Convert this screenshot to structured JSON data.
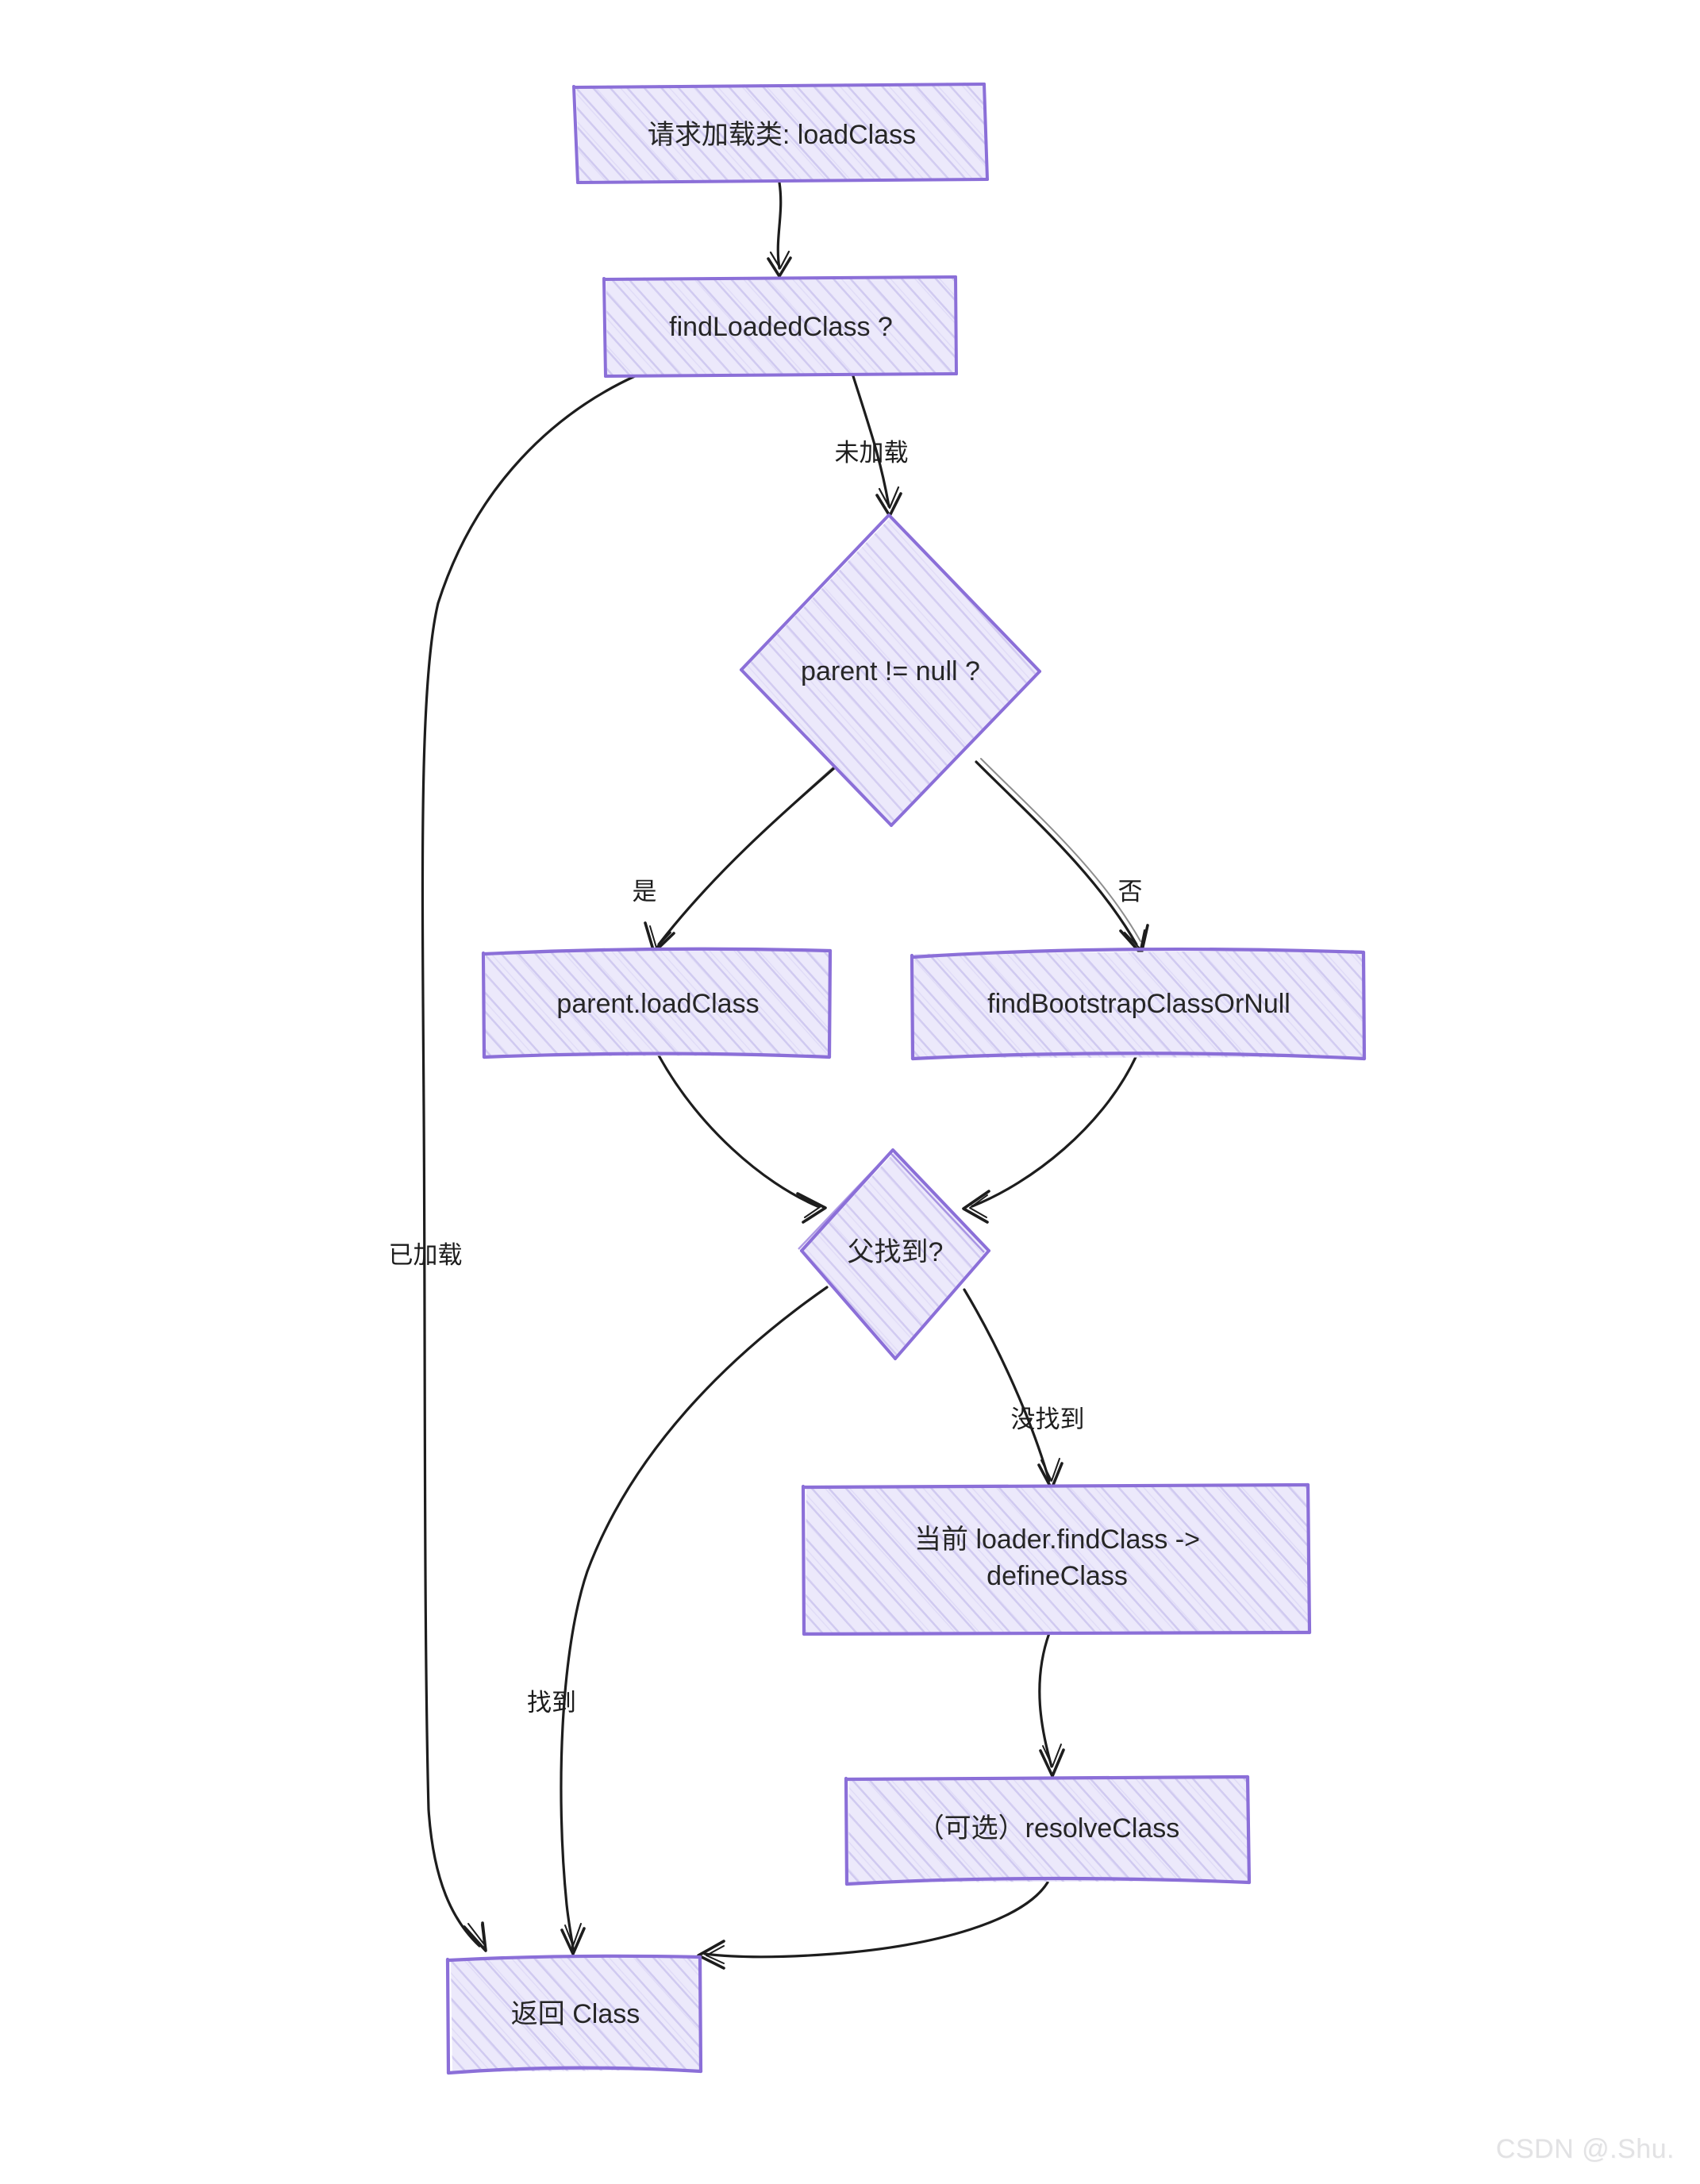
{
  "diagram": {
    "title": "JVM ClassLoader loadClass flow",
    "style": "hand-drawn sketch",
    "colors": {
      "node_stroke": "#8b6fd8",
      "node_fill": "#ece9fb",
      "hatch": "#cdc6ef",
      "edge_stroke": "#1d1d1d",
      "text": "#262626",
      "background": "#ffffff",
      "watermark": "#e2e2e4"
    },
    "nodes": [
      {
        "id": "n1",
        "shape": "rect",
        "label": "请求加载类: loadClass"
      },
      {
        "id": "n2",
        "shape": "rect",
        "label": "findLoadedClass ?"
      },
      {
        "id": "n3",
        "shape": "diamond",
        "label": "parent != null ?"
      },
      {
        "id": "n4",
        "shape": "rect",
        "label": "parent.loadClass"
      },
      {
        "id": "n5",
        "shape": "rect",
        "label": "findBootstrapClassOrNull"
      },
      {
        "id": "n6",
        "shape": "diamond",
        "label": "父找到?"
      },
      {
        "id": "n7",
        "shape": "rect",
        "label": "当前 loader.findClass ->\ndefineClass"
      },
      {
        "id": "n8",
        "shape": "rect",
        "label": "（可选）resolveClass"
      },
      {
        "id": "n9",
        "shape": "rect",
        "label": "返回 Class"
      }
    ],
    "edges": [
      {
        "from": "n1",
        "to": "n2",
        "label": ""
      },
      {
        "from": "n2",
        "to": "n3",
        "label": "未加载"
      },
      {
        "from": "n2",
        "to": "n9",
        "label": "已加载"
      },
      {
        "from": "n3",
        "to": "n4",
        "label": "是"
      },
      {
        "from": "n3",
        "to": "n5",
        "label": "否"
      },
      {
        "from": "n4",
        "to": "n6",
        "label": ""
      },
      {
        "from": "n5",
        "to": "n6",
        "label": ""
      },
      {
        "from": "n6",
        "to": "n9",
        "label": "找到"
      },
      {
        "from": "n6",
        "to": "n7",
        "label": "没找到"
      },
      {
        "from": "n7",
        "to": "n8",
        "label": ""
      },
      {
        "from": "n8",
        "to": "n9",
        "label": ""
      }
    ]
  },
  "watermark": {
    "text": "CSDN @.Shu."
  }
}
